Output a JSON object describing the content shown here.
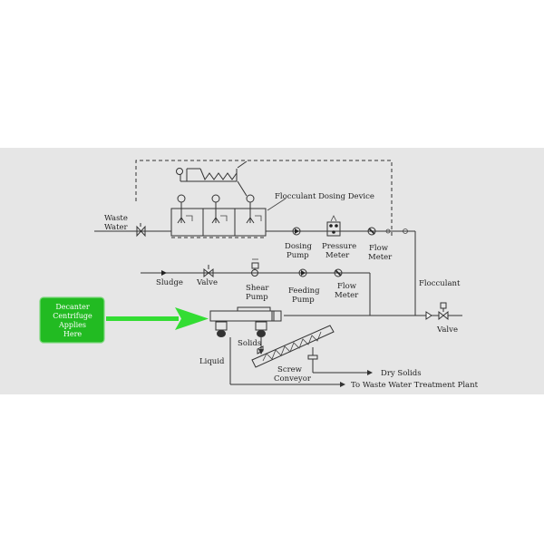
{
  "labels": {
    "flocculant_dosing_device": "Flocculant Dosing Device",
    "waste_water_1": "Waste",
    "waste_water_2": "Water",
    "dosing_pump_1": "Dosing",
    "dosing_pump_2": "Pump",
    "pressure_meter_1": "Pressure",
    "pressure_meter_2": "Meter",
    "flow_meter_top_1": "Flow",
    "flow_meter_top_2": "Meter",
    "flocculant": "Flocculant",
    "sludge": "Sludge",
    "valve_sludge": "Valve",
    "shear_pump_1": "Shear",
    "shear_pump_2": "Pump",
    "feeding_pump_1": "Feeding",
    "feeding_pump_2": "Pump",
    "flow_meter_mid_1": "Flow",
    "flow_meter_mid_2": "Meter",
    "valve_right": "Valve",
    "liquid": "Liquid",
    "solids": "Solids",
    "screw_conveyor_1": "Screw",
    "screw_conveyor_2": "Conveyor",
    "dry_solids": "Dry Solids",
    "to_waste_water_plant": "To Waste Water Treatment Plant"
  },
  "callout": {
    "line1": "Decanter",
    "line2": "Centrifuge",
    "line3": "Applies",
    "line4": "Here"
  },
  "colors": {
    "panel_background": "#e6e6e6",
    "callout_fill": "#22bb22",
    "arrow": "#33dd33",
    "line": "#333333"
  }
}
